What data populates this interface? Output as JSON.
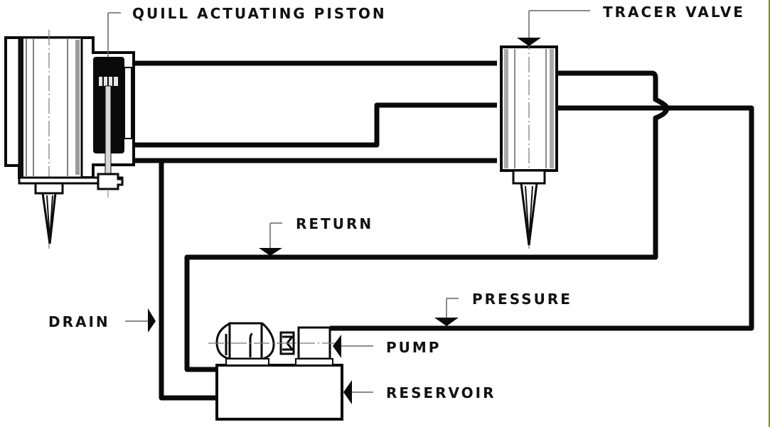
{
  "diagram": {
    "title": "Hydraulic tracer system schematic",
    "labels": {
      "quill_actuating_piston": "QUILL ACTUATING PISTON",
      "tracer_valve": "TRACER VALVE",
      "return": "RETURN",
      "pressure": "PRESSURE",
      "drain": "DRAIN",
      "pump": "PUMP",
      "reservoir": "RESERVOIR"
    },
    "components": [
      {
        "id": "quill",
        "name": "Quill housing with actuating piston"
      },
      {
        "id": "tracer-valve",
        "name": "Tracer valve with stylus"
      },
      {
        "id": "motor",
        "name": "Electric motor"
      },
      {
        "id": "coupling",
        "name": "Shaft coupling"
      },
      {
        "id": "pump",
        "name": "Pump"
      },
      {
        "id": "reservoir",
        "name": "Reservoir tank"
      }
    ],
    "connections": [
      {
        "from": "quill",
        "to": "tracer-valve",
        "line": "upper cylinder line"
      },
      {
        "from": "quill",
        "to": "tracer-valve",
        "line": "lower cylinder line"
      },
      {
        "from": "quill",
        "to": "reservoir",
        "line": "drain"
      },
      {
        "from": "tracer-valve",
        "to": "reservoir",
        "line": "return"
      },
      {
        "from": "pump",
        "to": "tracer-valve",
        "line": "pressure"
      }
    ],
    "colors": {
      "line": "#0a0a0a",
      "background": "#ffffff",
      "frame_edge": "#8a8a2a"
    }
  }
}
